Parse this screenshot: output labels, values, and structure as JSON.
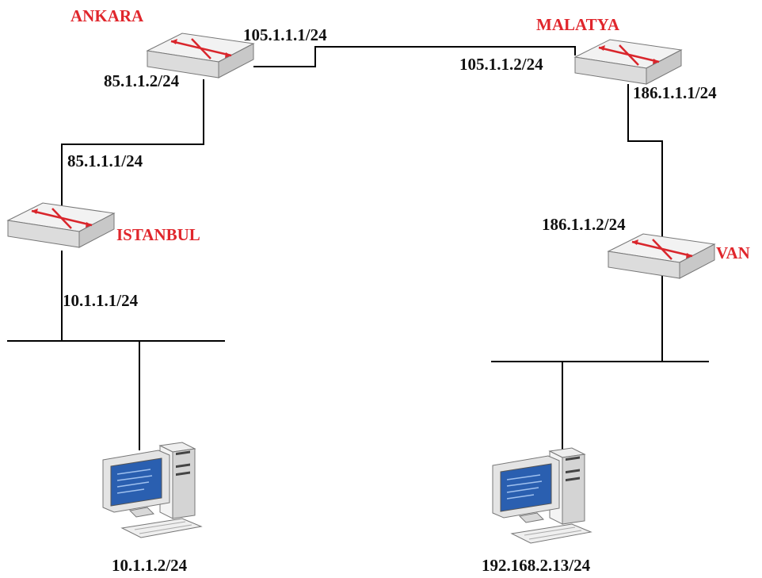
{
  "colors": {
    "router_name": "#e0262c",
    "ip_text": "#111111",
    "link": "#000000",
    "router_body": "#e9e9e9",
    "router_mark": "#d9262c",
    "screen": "#2a5fb0"
  },
  "routers": {
    "ankara": {
      "name": "ANKARA",
      "icon": "router-icon"
    },
    "malatya": {
      "name": "MALATYA",
      "icon": "router-icon"
    },
    "istanbul": {
      "name": "ISTANBUL",
      "icon": "router-icon"
    },
    "van": {
      "name": "VAN",
      "icon": "router-icon"
    }
  },
  "interfaces": {
    "ankara_wan": "105.1.1.1/24",
    "ankara_lan": "85.1.1.2/24",
    "malatya_wan": "105.1.1.2/24",
    "malatya_lan": "186.1.1.1/24",
    "istanbul_wan": "85.1.1.1/24",
    "istanbul_lan": "10.1.1.1/24",
    "van_wan": "186.1.1.2/24"
  },
  "hosts": {
    "left": {
      "ip": "10.1.1.2/24",
      "icon": "desktop-computer-icon"
    },
    "right": {
      "ip": "192.168.2.13/24",
      "icon": "desktop-computer-icon"
    }
  }
}
